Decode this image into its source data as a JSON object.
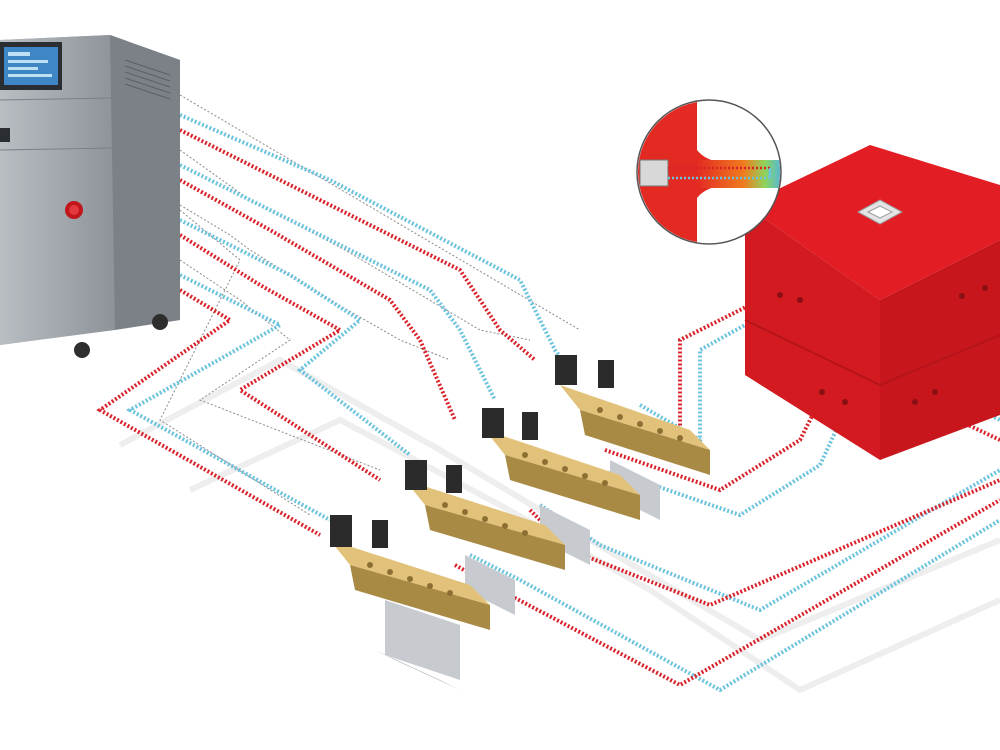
{
  "scene": {
    "colors": {
      "hot_line": "#d9232b",
      "cold_line": "#6cc3de",
      "signal_line": "#8a8a8a",
      "mold": "#e31d24",
      "mold_dark": "#b5141a",
      "mold_side": "#c8161d",
      "cabinet": "#9aa0a6",
      "cabinet_dark": "#6f757b",
      "manifold_brass": "#c9a75c",
      "manifold_dark": "#8c6f33",
      "bracket": "#c7cbd0",
      "solenoid": "#2b2b2b",
      "display": "#3f86c7"
    },
    "icons": [
      "temperature-control-unit",
      "solenoid-valve-manifold",
      "mold-block",
      "cooling-channel-detail-inset",
      "sprue-bushing"
    ]
  }
}
